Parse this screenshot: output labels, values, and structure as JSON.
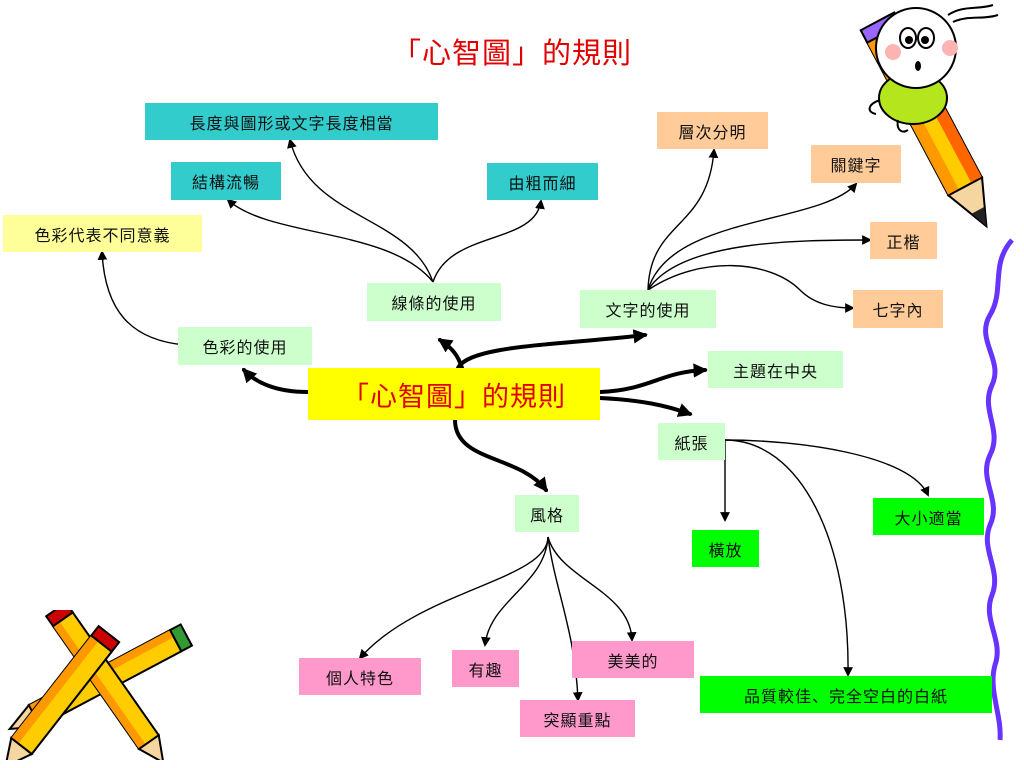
{
  "title": "「心智圖」的規則",
  "center": "「心智圖」的規則",
  "nodes": {
    "line_use": "線條的使用",
    "length_match": "長度與圖形或文字長度相當",
    "structure_smooth": "結構流暢",
    "coarse_to_fine": "由粗而細",
    "text_use": "文字的使用",
    "hierarchy": "層次分明",
    "keyword": "關鍵字",
    "regular_script": "正楷",
    "within_seven": "七字內",
    "color_use": "色彩的使用",
    "color_meaning": "色彩代表不同意義",
    "theme_center": "主題在中央",
    "paper": "紙張",
    "landscape": "橫放",
    "proper_size": "大小適當",
    "good_quality": "品質較佳、完全空白的白紙",
    "style": "風格",
    "personal": "個人特色",
    "fun": "有趣",
    "beautiful": "美美的",
    "highlight": "突顯重點"
  },
  "colors": {
    "teal": "#33cccc",
    "orange": "#ffcc99",
    "yellow": "#ffff99",
    "light_green": "#ccffcc",
    "bright_green": "#00ff00",
    "pink": "#ff99cc",
    "center_bg": "#ffff00",
    "title_red": "#e00000",
    "border_purple": "#6633ff"
  },
  "icons": [
    "pencil-character-icon",
    "crossed-pencils-icon"
  ]
}
